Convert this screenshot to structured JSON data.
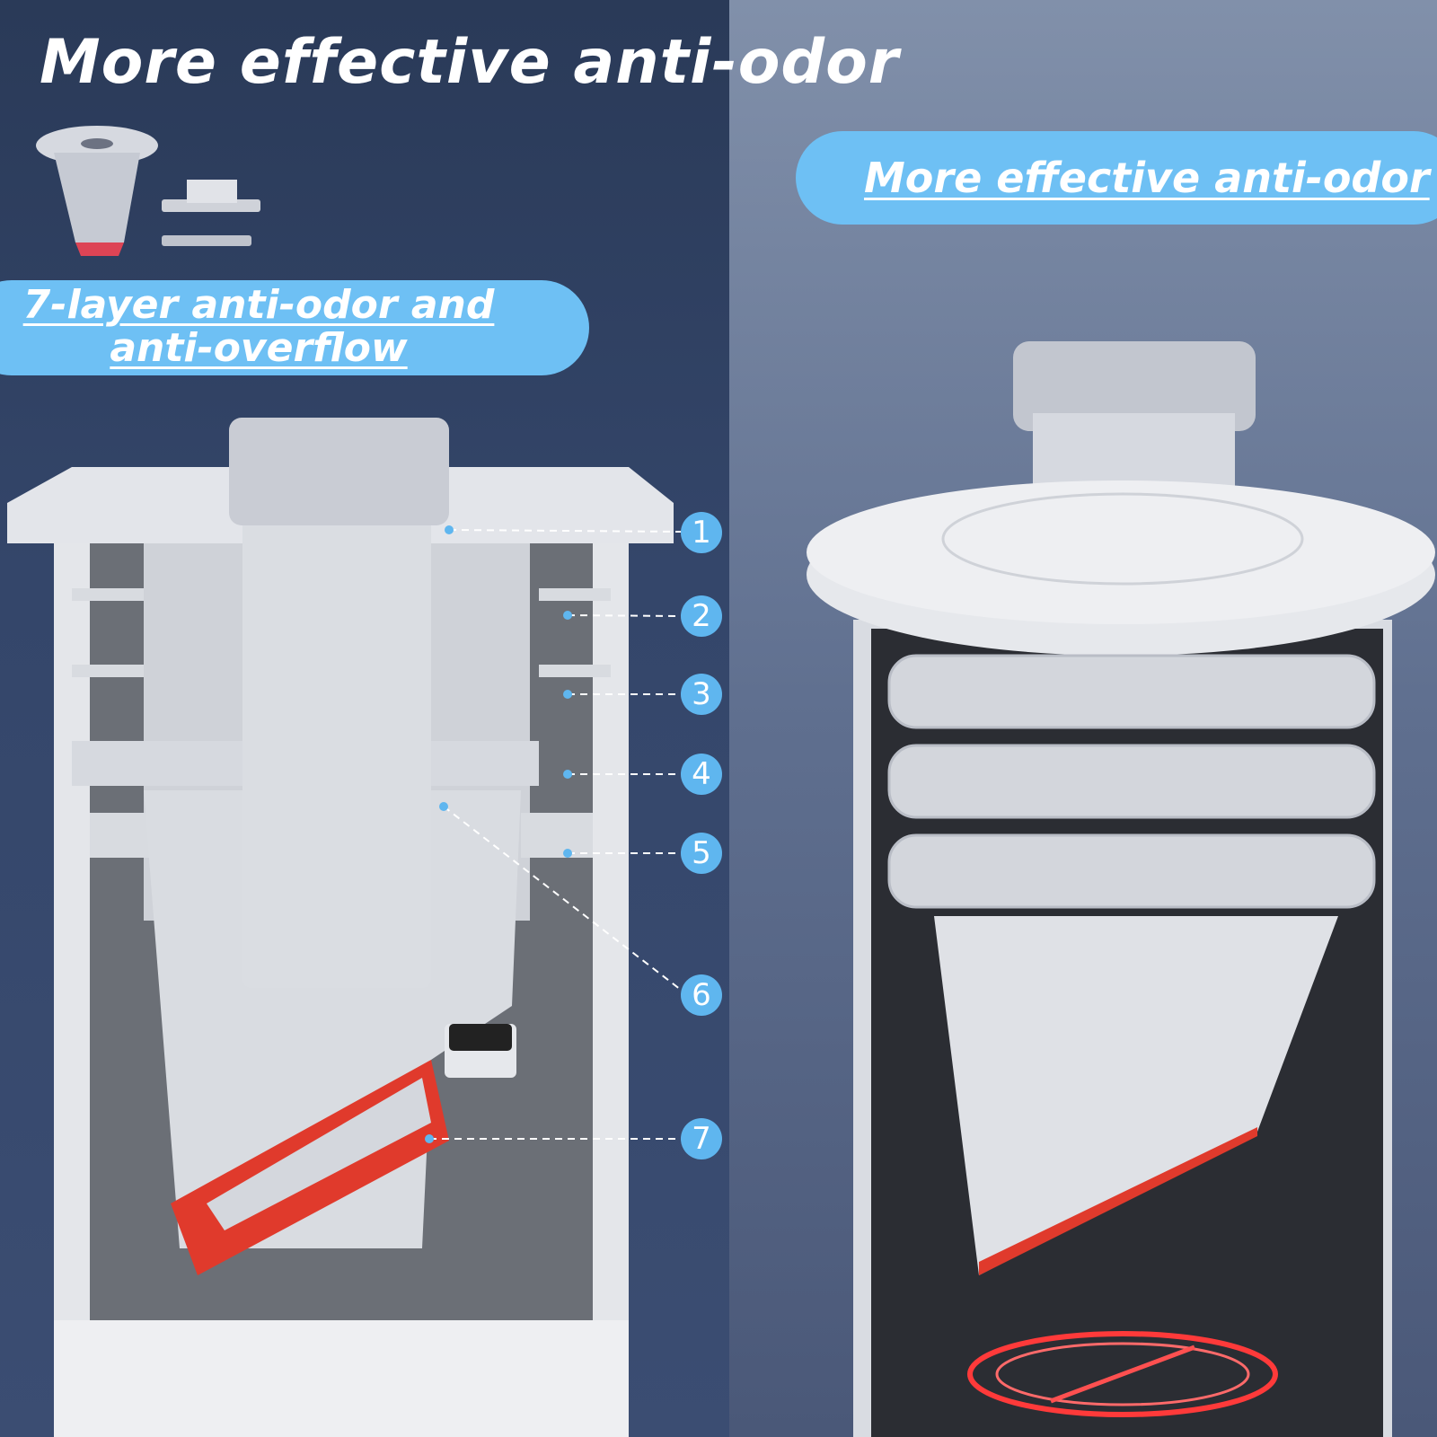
{
  "title": "More effective anti-odor",
  "right_badge": "More effective anti-odor",
  "left_badge": {
    "line1": "7-layer anti-odor and",
    "line2": "anti-overflow"
  },
  "callouts": [
    "1",
    "2",
    "3",
    "4",
    "5",
    "6",
    "7"
  ],
  "colors": {
    "badge": "#6ec0f4",
    "seal": "#e03a2c",
    "callout": "#5fb6ef"
  }
}
